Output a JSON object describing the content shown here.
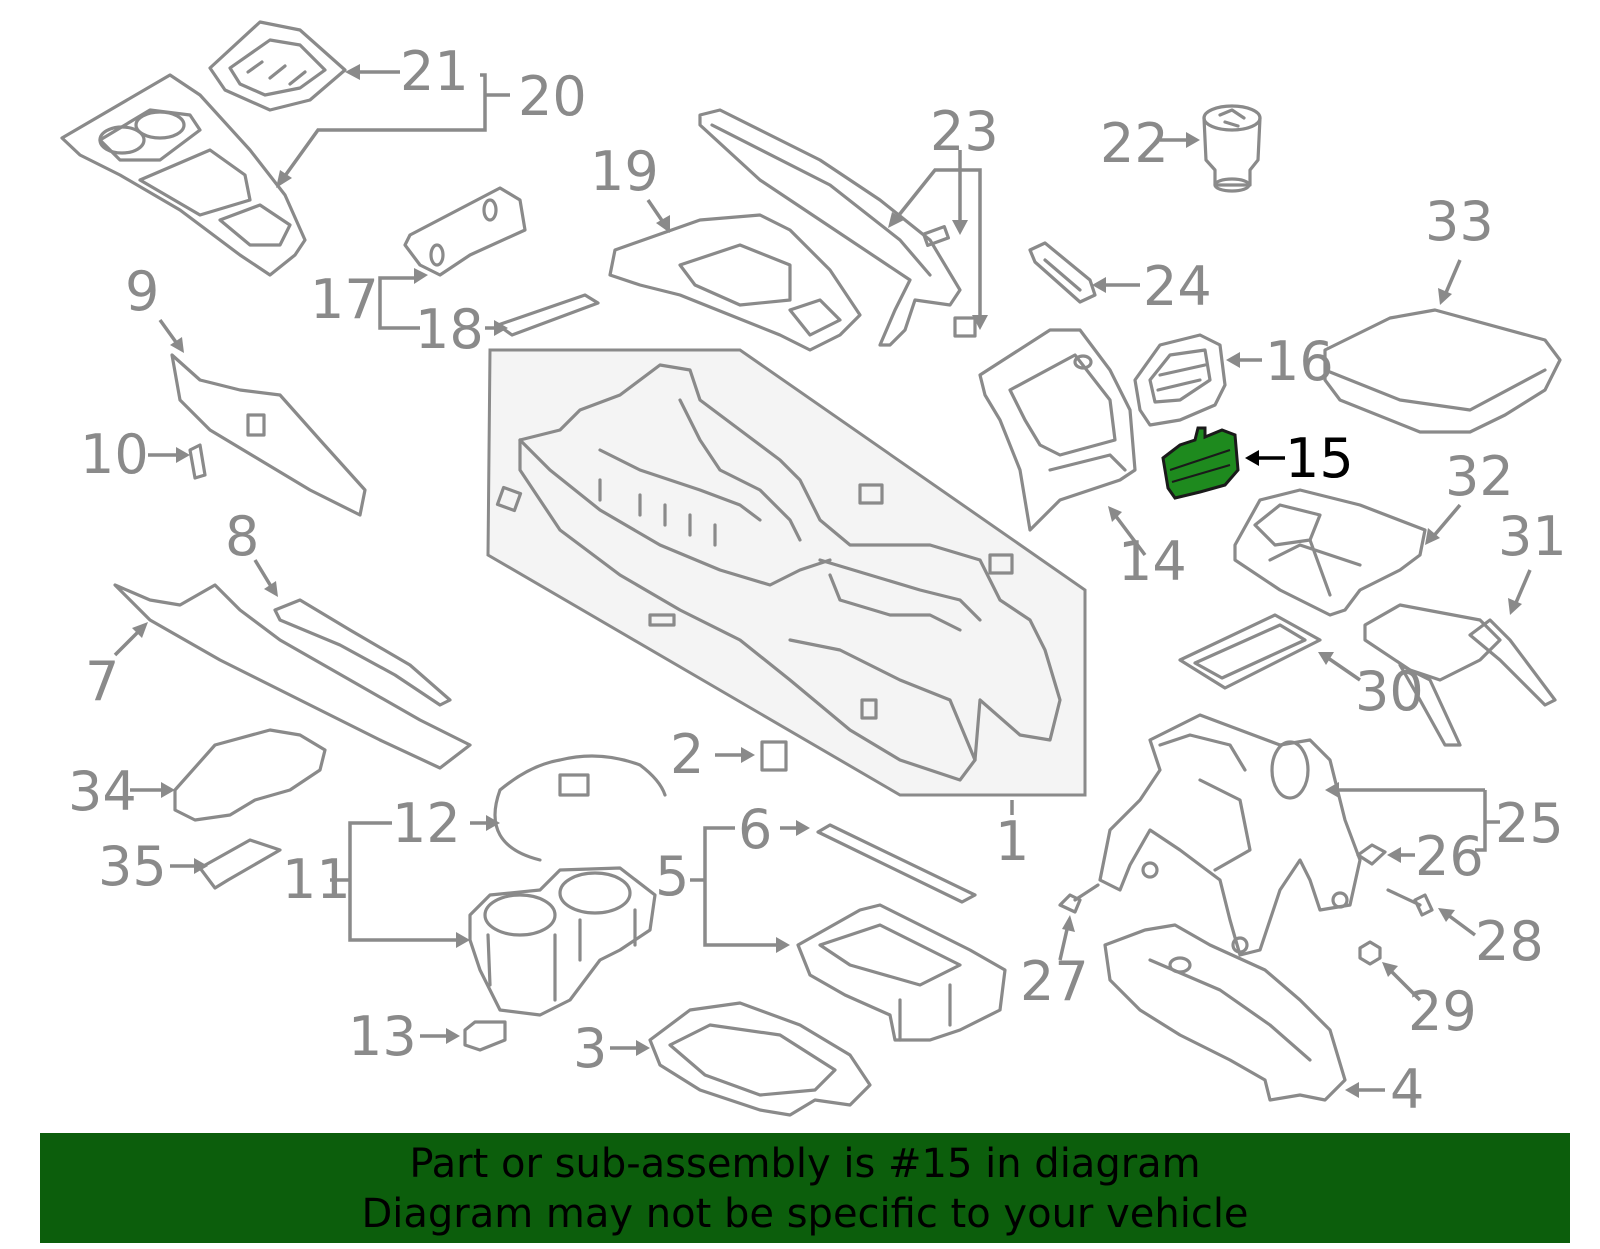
{
  "diagram": {
    "highlighted_part": "15",
    "highlight_color": "#1e8a1e",
    "banner_color": "#0c5e0c",
    "callouts": [
      "1",
      "2",
      "3",
      "4",
      "5",
      "6",
      "7",
      "8",
      "9",
      "10",
      "11",
      "12",
      "13",
      "14",
      "15",
      "16",
      "17",
      "18",
      "19",
      "20",
      "21",
      "22",
      "23",
      "24",
      "25",
      "26",
      "27",
      "28",
      "29",
      "30",
      "31",
      "32",
      "33",
      "34",
      "35"
    ]
  },
  "banner": {
    "line1": "Part or sub-assembly is #15 in diagram",
    "line2": "Diagram may not be specific to your vehicle"
  }
}
